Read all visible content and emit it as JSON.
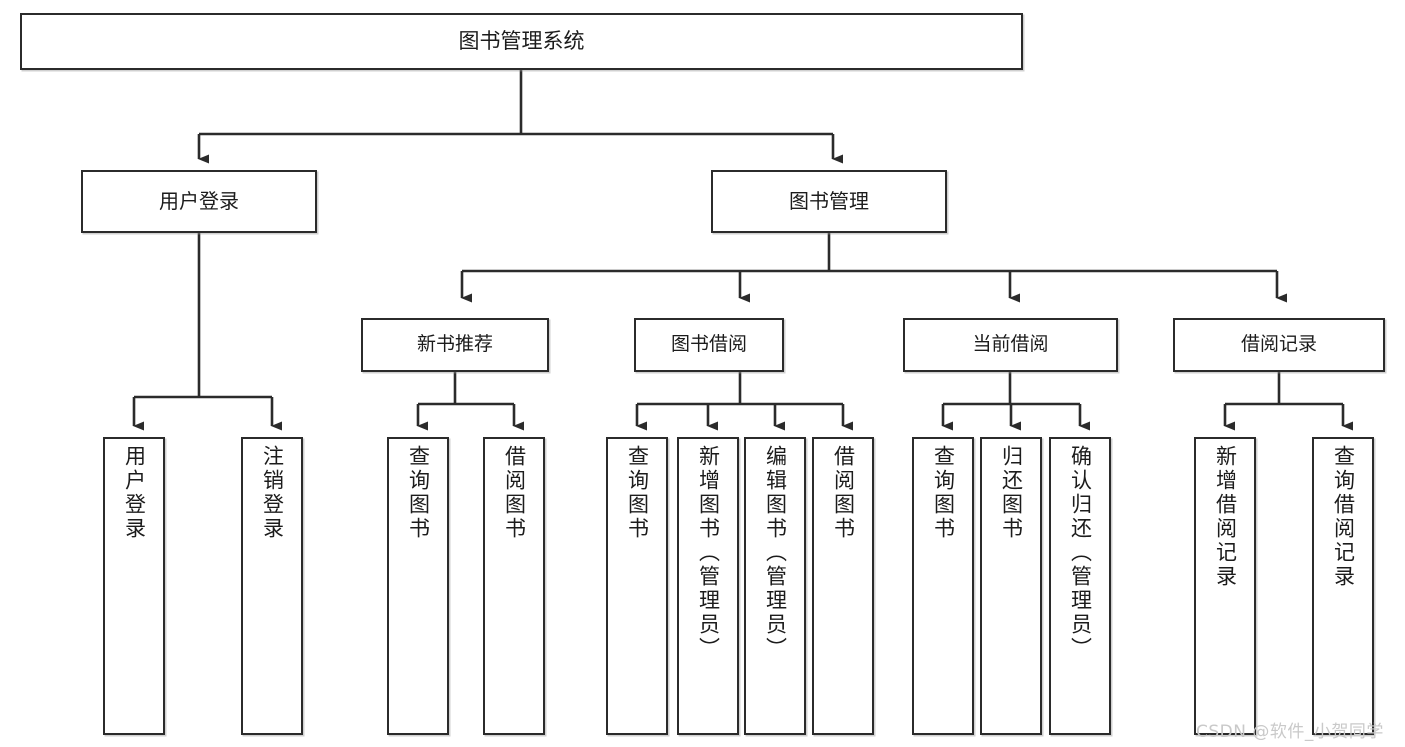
{
  "diagram": {
    "title": "图书管理系统",
    "type": "tree-hierarchy",
    "root": {
      "label": "图书管理系统"
    },
    "level1": [
      {
        "label": "用户登录"
      },
      {
        "label": "图书管理"
      }
    ],
    "level2": [
      {
        "label": "新书推荐"
      },
      {
        "label": "图书借阅"
      },
      {
        "label": "当前借阅"
      },
      {
        "label": "借阅记录"
      }
    ],
    "leaves": {
      "user_login": [
        {
          "label": "用户登录"
        },
        {
          "label": "注销登录"
        }
      ],
      "new_book_recommend": [
        {
          "label": "查询图书"
        },
        {
          "label": "借阅图书"
        }
      ],
      "book_borrow": [
        {
          "label": "查询图书"
        },
        {
          "label": "新增图书（管理员）"
        },
        {
          "label": "编辑图书（管理员）"
        },
        {
          "label": "借阅图书"
        }
      ],
      "current_borrow": [
        {
          "label": "查询图书"
        },
        {
          "label": "归还图书"
        },
        {
          "label": "确认归还（管理员）"
        }
      ],
      "borrow_record": [
        {
          "label": "新增借阅记录"
        },
        {
          "label": "查询借阅记录"
        }
      ]
    }
  },
  "watermark": {
    "text": "CSDN @软件_小贺同学",
    "color": "#c9c9c9"
  },
  "colors": {
    "border": "#2b2b2b",
    "background": "#ffffff",
    "text": "#1c1c1c",
    "connector": "#2b2b2b"
  }
}
